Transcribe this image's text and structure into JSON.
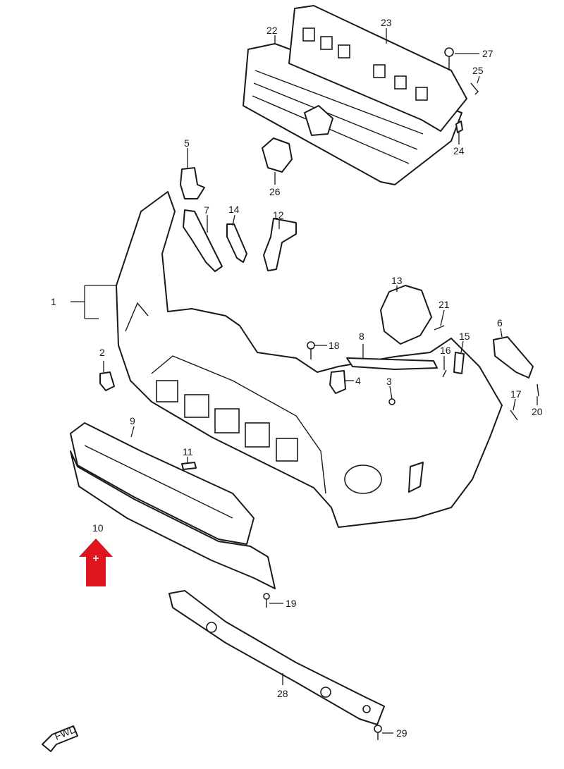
{
  "callouts": [
    {
      "id": "1",
      "label": "1"
    },
    {
      "id": "2",
      "label": "2"
    },
    {
      "id": "3",
      "label": "3"
    },
    {
      "id": "4",
      "label": "4"
    },
    {
      "id": "5",
      "label": "5"
    },
    {
      "id": "6",
      "label": "6"
    },
    {
      "id": "7",
      "label": "7"
    },
    {
      "id": "8",
      "label": "8"
    },
    {
      "id": "9",
      "label": "9"
    },
    {
      "id": "10",
      "label": "10"
    },
    {
      "id": "11",
      "label": "11"
    },
    {
      "id": "12",
      "label": "12"
    },
    {
      "id": "13",
      "label": "13"
    },
    {
      "id": "14",
      "label": "14"
    },
    {
      "id": "15",
      "label": "15"
    },
    {
      "id": "16",
      "label": "16"
    },
    {
      "id": "17",
      "label": "17"
    },
    {
      "id": "18",
      "label": "18"
    },
    {
      "id": "19",
      "label": "19"
    },
    {
      "id": "20",
      "label": "20"
    },
    {
      "id": "21",
      "label": "21"
    },
    {
      "id": "22",
      "label": "22"
    },
    {
      "id": "23",
      "label": "23"
    },
    {
      "id": "24",
      "label": "24"
    },
    {
      "id": "25",
      "label": "25"
    },
    {
      "id": "26",
      "label": "26"
    },
    {
      "id": "27",
      "label": "27"
    },
    {
      "id": "28",
      "label": "28"
    },
    {
      "id": "29",
      "label": "29"
    }
  ],
  "front_marker": {
    "label": "FWD"
  },
  "colors": {
    "line": "#1a1a1a",
    "highlight_arrow": "#e0141e",
    "background": "#ffffff"
  }
}
